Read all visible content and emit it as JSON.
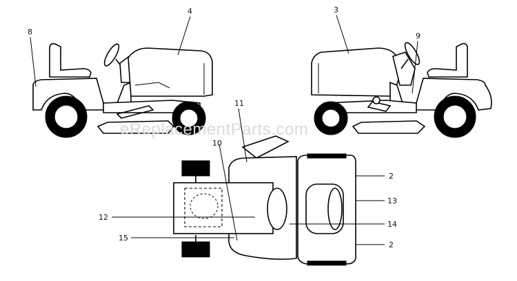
{
  "diagram": {
    "watermark": "eReplacementParts.com",
    "callouts": {
      "c8": "8",
      "c4": "4",
      "c3": "3",
      "c9": "9",
      "c11": "11",
      "c10": "10",
      "c12": "12",
      "c15": "15",
      "c2a": "2",
      "c13": "13",
      "c14": "14",
      "c2b": "2"
    }
  }
}
